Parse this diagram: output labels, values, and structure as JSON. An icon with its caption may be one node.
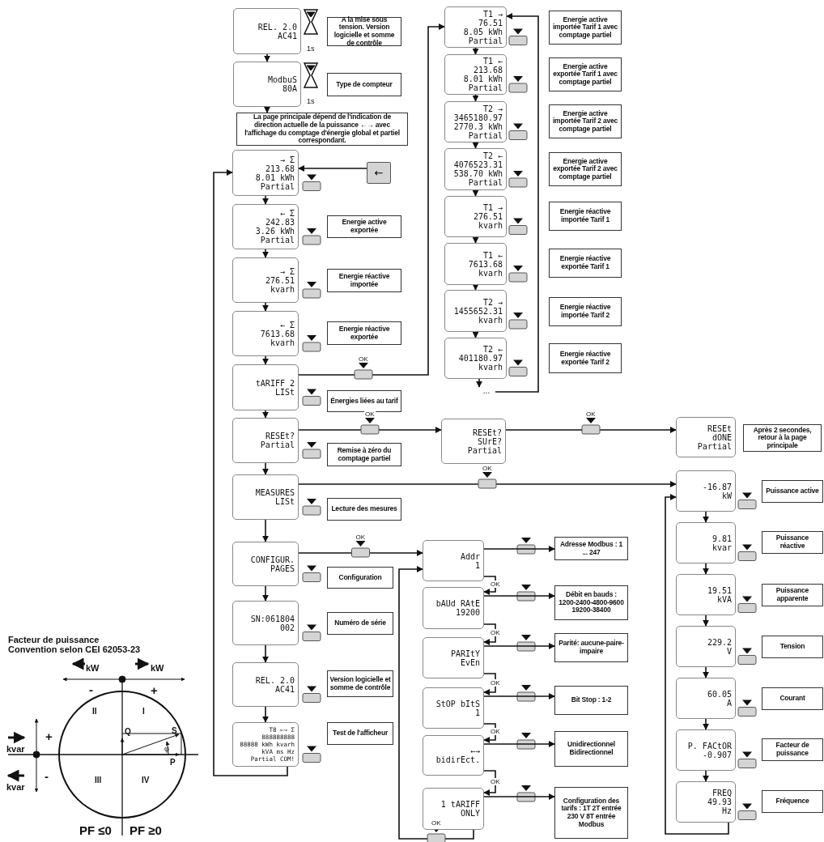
{
  "diagram": {
    "nodes": [
      {
        "text": [
          "REL. 2.0",
          "AC41"
        ],
        "beside": [
          "1s"
        ]
      },
      {
        "text": [
          "A la mise sous tension. Version logicielle et somme de contrôle"
        ]
      },
      {
        "text": [
          "ModbuS",
          "80A"
        ],
        "beside": [
          "1s"
        ]
      },
      {
        "text": [
          "Type de compteur"
        ]
      },
      {
        "text": [
          "La **page principale** dépend de l'indication de direction actuelle de la puissance ←→ avec l'affichage du comptage d'énergie global et partiel correspondant."
        ]
      },
      {
        "text": [
          "→ Σ",
          "213.68",
          "8.01 kWh",
          "Partial"
        ]
      },
      {
        "text": [
          "←"
        ]
      },
      {
        "text": [
          "← Σ",
          "242.83",
          "3.26 kWh",
          "Partial"
        ]
      },
      {
        "text": [
          "Energie active exportée"
        ]
      },
      {
        "text": [
          "→ Σ",
          "276.51",
          "kvarh"
        ]
      },
      {
        "text": [
          "Energie réactive importée"
        ]
      },
      {
        "text": [
          "← Σ",
          "7613.68",
          "kvarh"
        ]
      },
      {
        "text": [
          "Energie réactive exportée"
        ]
      },
      {
        "text": [
          "tARIFF 2",
          "LISt"
        ]
      },
      {
        "text": [
          "Énergies liées au tarif"
        ]
      },
      {
        "text": [
          "RESEt?",
          "Partial"
        ]
      },
      {
        "text": [
          "Remise à zéro du comptage partiel"
        ]
      },
      {
        "text": [
          "MEASURES",
          "LISt"
        ]
      },
      {
        "text": [
          "Lecture des mesures"
        ]
      },
      {
        "text": [
          "CONFIGUR.",
          "PAGES"
        ]
      },
      {
        "text": [
          "Configuration"
        ]
      },
      {
        "text": [
          "SN:061804",
          "002"
        ]
      },
      {
        "text": [
          "Numéro de série"
        ]
      },
      {
        "text": [
          "REL. 2.0",
          "AC41"
        ]
      },
      {
        "text": [
          "Version logicielle et somme de contrôle"
        ]
      },
      {
        "text": [
          "T8 ←→ Σ",
          "888888888",
          "88888 kWh kvarh kVA ms Hz",
          "Partial COM!"
        ]
      },
      {
        "text": [
          "Test de l'afficheur"
        ]
      },
      {
        "text": [
          "T1 →",
          "76.51",
          "8.05 kWh",
          "Partial"
        ]
      },
      {
        "text": [
          "Energie active importée Tarif 1 avec comptage partiel"
        ]
      },
      {
        "text": [
          "T1 ←",
          "213.68",
          "8.01 kWh",
          "Partial"
        ]
      },
      {
        "text": [
          "Energie active exportée Tarif 1 avec comptage partiel"
        ]
      },
      {
        "text": [
          "T2 →",
          "3465180.97",
          "2770.3 kWh",
          "Partial"
        ]
      },
      {
        "text": [
          "Energie active importée Tarif 2 avec comptage partiel"
        ]
      },
      {
        "text": [
          "T2 ←",
          "4076523.31",
          "538.70 kWh",
          "Partial"
        ]
      },
      {
        "text": [
          "Energie active exportée Tarif 2 avec comptage partiel"
        ]
      },
      {
        "text": [
          "T1 →",
          "276.51",
          "kvarh"
        ]
      },
      {
        "text": [
          "Energie réactive importée Tarif 1"
        ]
      },
      {
        "text": [
          "T1 ←",
          "7613.68",
          "kvarh"
        ]
      },
      {
        "text": [
          "Energie réactive exportée Tarif 1"
        ]
      },
      {
        "text": [
          "T2 →",
          "1455652.31",
          "kvarh"
        ]
      },
      {
        "text": [
          "Energie réactive importée Tarif 2"
        ]
      },
      {
        "text": [
          "T2 ←",
          "401180.97",
          "kvarh"
        ]
      },
      {
        "text": [
          "Energie réactive exportée Tarif 2"
        ]
      },
      {
        "text": [
          "..."
        ]
      },
      {
        "text": [
          "RESEt?",
          "SUrE?",
          "Partial"
        ]
      },
      {
        "text": [
          "RESEt",
          "dONE",
          "Partial"
        ]
      },
      {
        "text": [
          "Après 2 secondes, retour à la page principale"
        ]
      },
      {
        "text": [
          "-16.87",
          "kW"
        ]
      },
      {
        "text": [
          "Puissance active"
        ]
      },
      {
        "text": [
          "9.81",
          "kvar"
        ]
      },
      {
        "text": [
          "Puissance réactive"
        ]
      },
      {
        "text": [
          "19.51",
          "kVA"
        ]
      },
      {
        "text": [
          "Puissance apparente"
        ]
      },
      {
        "text": [
          "229.2",
          "V"
        ]
      },
      {
        "text": [
          "Tension"
        ]
      },
      {
        "text": [
          "60.05",
          "A"
        ]
      },
      {
        "text": [
          "Courant"
        ]
      },
      {
        "text": [
          "P. FACtOR",
          "-0.907"
        ]
      },
      {
        "text": [
          "Facteur de puissance"
        ]
      },
      {
        "text": [
          "FREQ",
          "49.93",
          "Hz"
        ]
      },
      {
        "text": [
          "Fréquence"
        ]
      },
      {
        "text": [
          "Addr",
          "1"
        ]
      },
      {
        "text": [
          "Adresse Modbus : 1 ... 247"
        ]
      },
      {
        "text": [
          "bAUd RAtE",
          "19200"
        ]
      },
      {
        "text": [
          "Débit en bauds : 1200-2400-4800-9600 19200-38400"
        ]
      },
      {
        "text": [
          "PARItY",
          "EvEn"
        ]
      },
      {
        "text": [
          "Parité: aucune-paire-impaire"
        ]
      },
      {
        "text": [
          "StOP bItS",
          "1"
        ]
      },
      {
        "text": [
          "Bit Stop : 1-2"
        ]
      },
      {
        "text": [
          "←→",
          "bidirEct."
        ]
      },
      {
        "text": [
          "Unidirectionnel Bidirectionnel"
        ]
      },
      {
        "text": [
          "1 tARIFF",
          "ONLY"
        ]
      },
      {
        "text": [
          "Configuration des tarifs : 1T 2T entrée 230 V 8T entrée Modbus"
        ]
      }
    ],
    "edges": [
      {
        "from": 0,
        "to": 2,
        "arrow": "to"
      },
      {
        "from": 2,
        "to": 4,
        "arrow": "to"
      },
      {
        "from": 6,
        "to": 5,
        "arrow": "to"
      },
      {
        "from": 5,
        "to": 7,
        "arrow": "to"
      },
      {
        "from": 7,
        "to": 9,
        "arrow": "to"
      },
      {
        "from": 9,
        "to": 11,
        "arrow": "to"
      },
      {
        "from": 11,
        "to": 13,
        "arrow": "to"
      },
      {
        "from": 13,
        "to": 15,
        "arrow": "to"
      },
      {
        "from": 15,
        "to": 17,
        "arrow": "to"
      },
      {
        "from": 17,
        "to": 19,
        "arrow": "to"
      },
      {
        "from": 19,
        "to": 21,
        "arrow": "to"
      },
      {
        "from": 21,
        "to": 23,
        "arrow": "to"
      },
      {
        "from": 23,
        "to": 25,
        "arrow": "to"
      },
      {
        "from": 25,
        "to": 5,
        "arrow": "to"
      },
      {
        "from": 13,
        "to": 27,
        "arrow": "to",
        "label": "OK"
      },
      {
        "from": 27,
        "to": 29,
        "arrow": "to"
      },
      {
        "from": 29,
        "to": 31,
        "arrow": "to"
      },
      {
        "from": 31,
        "to": 33,
        "arrow": "to"
      },
      {
        "from": 33,
        "to": 35,
        "arrow": "to"
      },
      {
        "from": 35,
        "to": 37,
        "arrow": "to"
      },
      {
        "from": 37,
        "to": 39,
        "arrow": "to"
      },
      {
        "from": 39,
        "to": 41,
        "arrow": "to"
      },
      {
        "from": 41,
        "to": 43,
        "arrow": "to"
      },
      {
        "from": 43,
        "to": 27,
        "arrow": "to"
      },
      {
        "from": 15,
        "to": 44,
        "arrow": "to",
        "label": "OK"
      },
      {
        "from": 44,
        "to": 45,
        "arrow": "to",
        "label": "OK"
      },
      {
        "from": 17,
        "to": 47,
        "arrow": "to",
        "label": "OK"
      },
      {
        "from": 47,
        "to": 49,
        "arrow": "to"
      },
      {
        "from": 49,
        "to": 51,
        "arrow": "to"
      },
      {
        "from": 51,
        "to": 53,
        "arrow": "to"
      },
      {
        "from": 53,
        "to": 55,
        "arrow": "to"
      },
      {
        "from": 55,
        "to": 57,
        "arrow": "to"
      },
      {
        "from": 57,
        "to": 59,
        "arrow": "to"
      },
      {
        "from": 59,
        "to": 47,
        "arrow": "to"
      },
      {
        "from": 19,
        "to": 61,
        "arrow": "to",
        "label": "OK"
      },
      {
        "from": 61,
        "to": 63,
        "arrow": "to",
        "label": "OK"
      },
      {
        "from": 63,
        "to": 65,
        "arrow": "to",
        "label": "OK"
      },
      {
        "from": 65,
        "to": 67,
        "arrow": "to",
        "label": "OK"
      },
      {
        "from": 67,
        "to": 69,
        "arrow": "to",
        "label": "OK"
      },
      {
        "from": 69,
        "to": 71,
        "arrow": "to",
        "label": "OK"
      },
      {
        "from": 71,
        "to": 61,
        "arrow": "to",
        "label": "OK"
      },
      {
        "from": 61,
        "to": 62,
        "arrow": "to"
      },
      {
        "from": 63,
        "to": 64,
        "arrow": "to"
      },
      {
        "from": 65,
        "to": 66,
        "arrow": "to"
      },
      {
        "from": 67,
        "to": 68,
        "arrow": "to"
      },
      {
        "from": 69,
        "to": 70,
        "arrow": "to"
      },
      {
        "from": 71,
        "to": 72,
        "arrow": "to"
      }
    ],
    "labels": [
      "Facteur de puissance Convention selon CEI 62053-23",
      "kW",
      "kW",
      "-",
      "+",
      "II",
      "I",
      "Q",
      "S",
      "kvar",
      "+",
      "φ",
      "P",
      "kvar",
      "-",
      "III",
      "IV",
      "PF ≤0",
      "PF ≥0"
    ]
  }
}
